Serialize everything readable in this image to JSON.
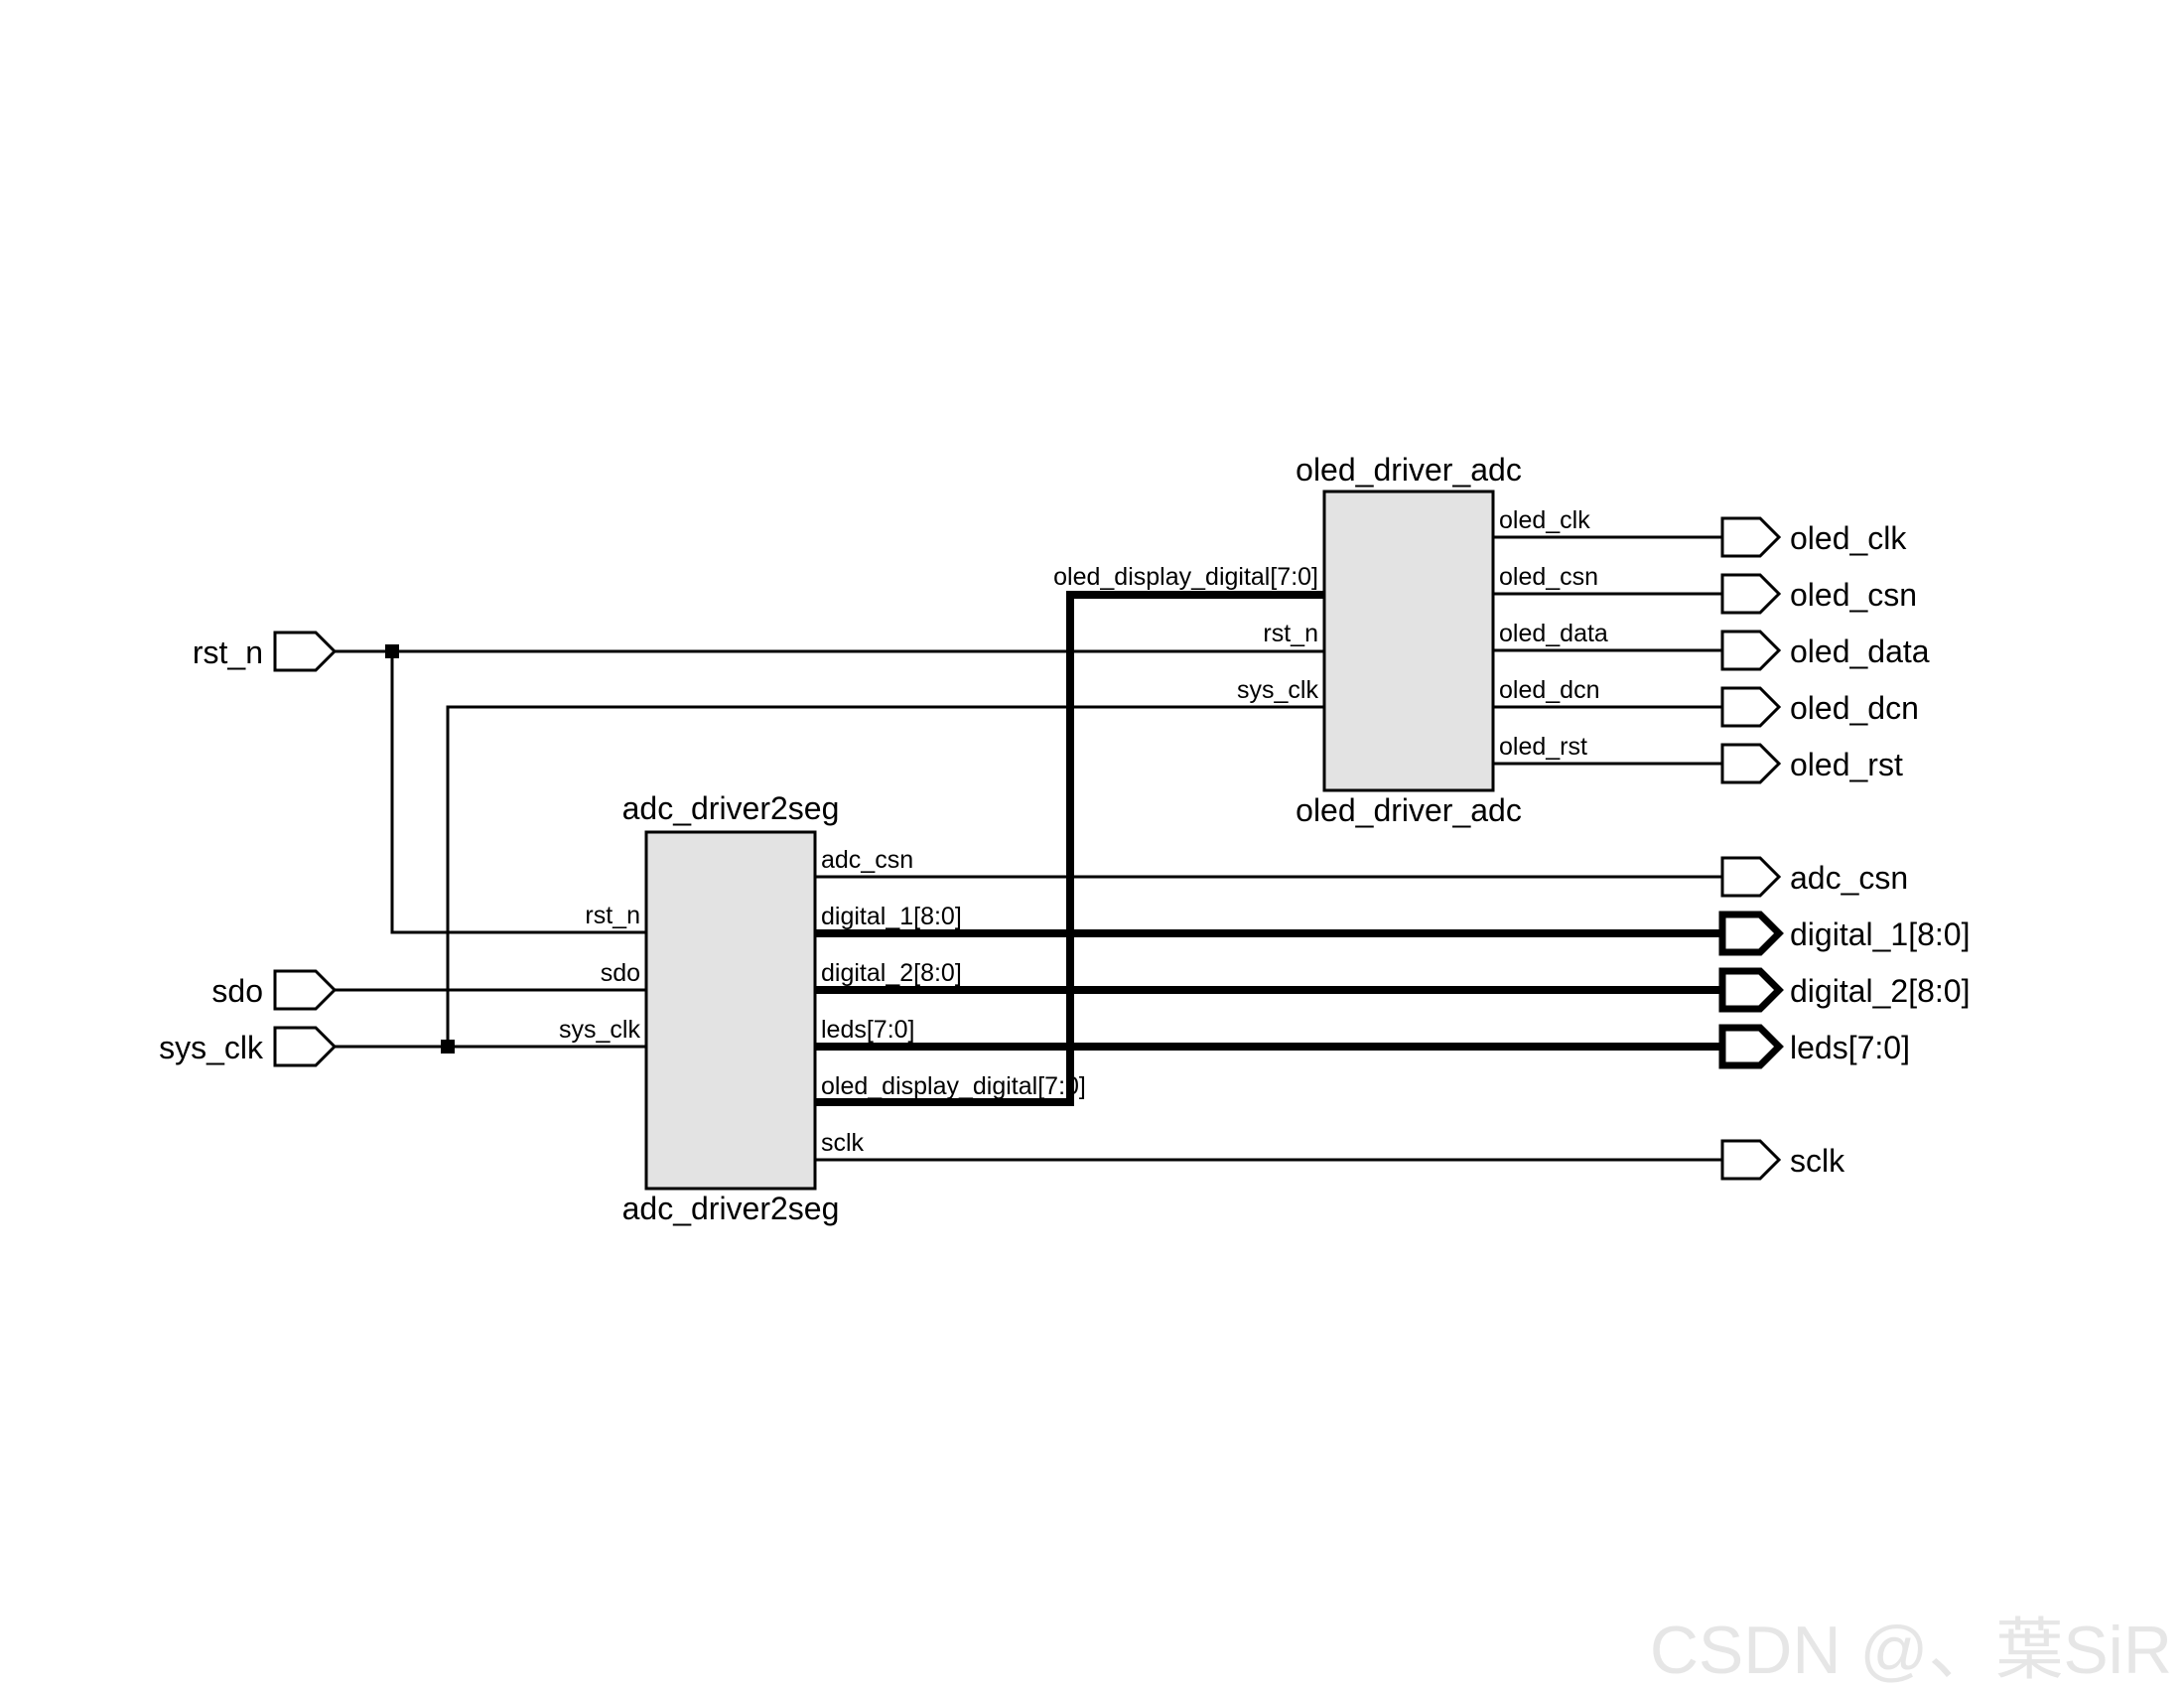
{
  "colors": {
    "block_fill": "#e3e3e3",
    "line": "#000000",
    "watermark": "#e6e6e6"
  },
  "icons": {
    "port_in": "pentagon-arrow-icon",
    "port_out": "pentagon-arrow-icon"
  },
  "top_ports": {
    "inputs": [
      "rst_n",
      "sdo",
      "sys_clk"
    ],
    "outputs": [
      "oled_clk",
      "oled_csn",
      "oled_data",
      "oled_dcn",
      "oled_rst",
      "adc_csn",
      "digital_1[8:0]",
      "digital_2[8:0]",
      "leds[7:0]",
      "sclk"
    ]
  },
  "instances": {
    "oled": {
      "title": "oled_driver_adc",
      "subtitle": "oled_driver_adc",
      "inputs": [
        "oled_display_digital[7:0]",
        "rst_n",
        "sys_clk"
      ],
      "outputs": [
        "oled_clk",
        "oled_csn",
        "oled_data",
        "oled_dcn",
        "oled_rst"
      ]
    },
    "adc": {
      "title": "adc_driver2seg",
      "subtitle": "adc_driver2seg",
      "inputs": [
        "rst_n",
        "sdo",
        "sys_clk"
      ],
      "outputs": [
        "adc_csn",
        "digital_1[8:0]",
        "digital_2[8:0]",
        "leds[7:0]",
        "oled_display_digital[7:0]",
        "sclk"
      ]
    }
  },
  "watermark": "CSDN @、葉SiR"
}
